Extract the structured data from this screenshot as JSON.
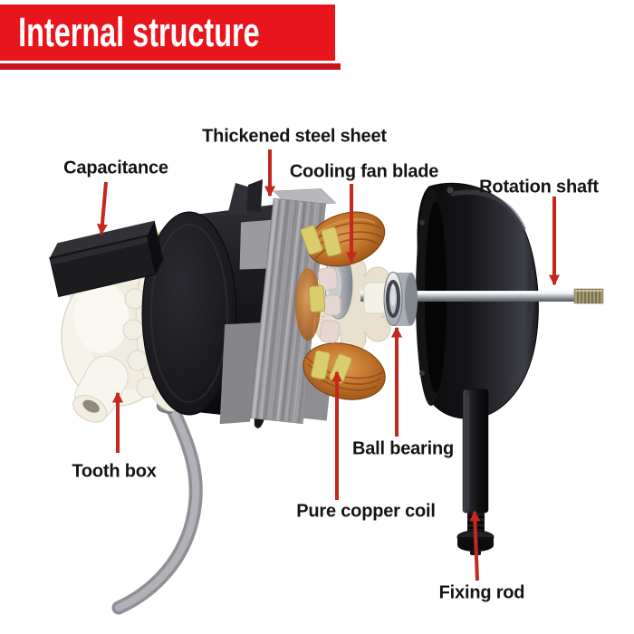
{
  "banner": {
    "title": "Internal structure",
    "bg_color": "#e8151d",
    "stripe_color": "#c6141b",
    "text_color": "#ffffff"
  },
  "labels": {
    "capacitance": "Capacitance",
    "thickened_steel_sheet": "Thickened steel sheet",
    "cooling_fan_blade": "Cooling fan blade",
    "rotation_shaft": "Rotation shaft",
    "tooth_box": "Tooth box",
    "ball_bearing": "Ball bearing",
    "pure_copper_coil": "Pure copper coil",
    "fixing_rod": "Fixing rod"
  },
  "annotation": {
    "arrow_color": "#c4281f",
    "label_text_color": "#141414",
    "background_color": "#ffffff"
  }
}
